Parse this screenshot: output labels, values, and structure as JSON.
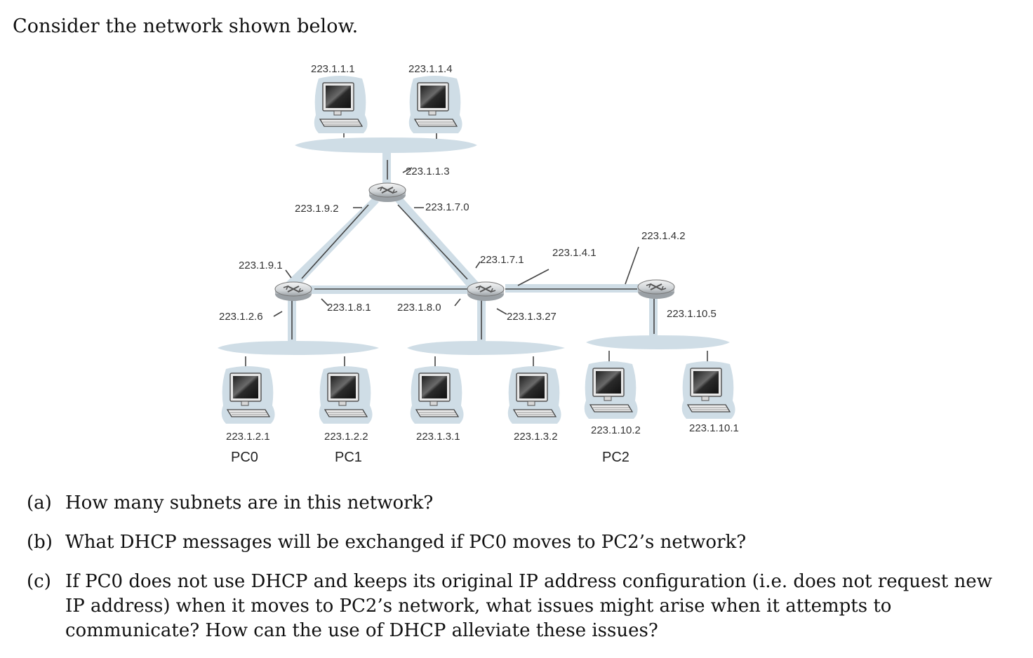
{
  "intro": "Consider the network shown below.",
  "diagram": {
    "top_hosts": [
      {
        "ip": "223.1.1.1"
      },
      {
        "ip": "223.1.1.4"
      }
    ],
    "router_top": {
      "interfaces": [
        "223.1.1.3",
        "223.1.9.2",
        "223.1.7.0"
      ]
    },
    "router_left": {
      "interfaces": [
        "223.1.9.1",
        "223.1.2.6",
        "223.1.8.1"
      ]
    },
    "router_mid": {
      "interfaces": [
        "223.1.8.0",
        "223.1.7.1",
        "223.1.4.1",
        "223.1.3.27"
      ]
    },
    "router_right": {
      "interfaces": [
        "223.1.4.2",
        "223.1.10.5"
      ]
    },
    "bottom_hosts": [
      {
        "ip": "223.1.2.1",
        "name": "PC0"
      },
      {
        "ip": "223.1.2.2",
        "name": "PC1"
      },
      {
        "ip": "223.1.3.1",
        "name": ""
      },
      {
        "ip": "223.1.3.2",
        "name": ""
      },
      {
        "ip": "223.1.10.2",
        "name": "PC2"
      },
      {
        "ip": "223.1.10.1",
        "name": ""
      }
    ]
  },
  "questions": [
    {
      "marker": "(a)",
      "text": "How many subnets are in this network?"
    },
    {
      "marker": "(b)",
      "text": "What DHCP messages will be exchanged if PC0 moves to PC2’s network?"
    },
    {
      "marker": "(c)",
      "text": "If PC0 does not use DHCP and keeps its original IP address configuration (i.e. does not request new IP address) when it moves to PC2’s network, what issues might arise when it attempts to communicate? How can the use of DHCP alleviate these issues?"
    }
  ]
}
